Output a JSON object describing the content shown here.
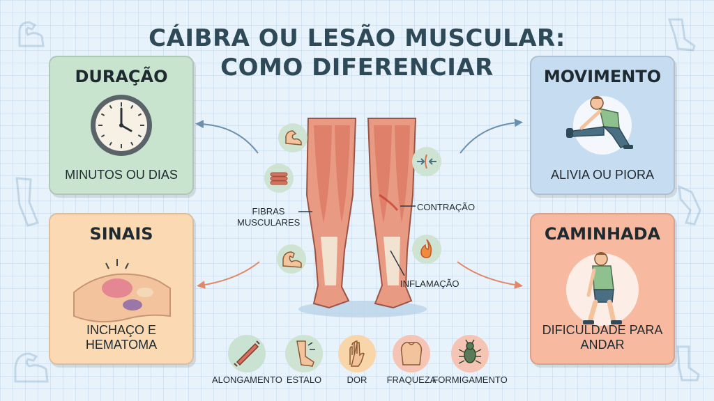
{
  "title": {
    "line1": "CÁIBRA OU LESÃO MUSCULAR:",
    "line2": "COMO DIFERENCIAR"
  },
  "cards": {
    "duracao": {
      "title": "DURAÇÃO",
      "caption": "MINUTOS OU DIAS",
      "color": "#c8e4cf"
    },
    "sinais": {
      "title": "SINAIS",
      "caption": "INCHAÇO E HEMATOMA",
      "color": "#fbd9b3"
    },
    "movimento": {
      "title": "MOVIMENTO",
      "caption": "ALIVIA OU PIORA",
      "color": "#c6dcf0"
    },
    "caminhada": {
      "title": "CAMINHADA",
      "caption": "DIFICULDADE PARA ANDAR",
      "color": "#f7b9a0"
    }
  },
  "center_labels": {
    "fibras": "FIBRAS\nMUSCULARES",
    "contracao": "CONTRAÇÃO",
    "inflamacao": "INFLAMAÇÃO"
  },
  "bottom_items": [
    {
      "label": "ALONGAMENTO",
      "icon": "stretch-muscle-icon",
      "color": "#c9e2d2"
    },
    {
      "label": "ESTALO",
      "icon": "leg-snap-icon",
      "color": "#cfe3d3"
    },
    {
      "label": "DOR",
      "icon": "hand-pain-icon",
      "color": "#f9d6a9"
    },
    {
      "label": "FRAQUEZA",
      "icon": "torso-weakness-icon",
      "color": "#f6c4b4"
    },
    {
      "label": "FORMIGAMENTO",
      "icon": "tingling-bug-icon",
      "color": "#f6c4b4"
    }
  ]
}
